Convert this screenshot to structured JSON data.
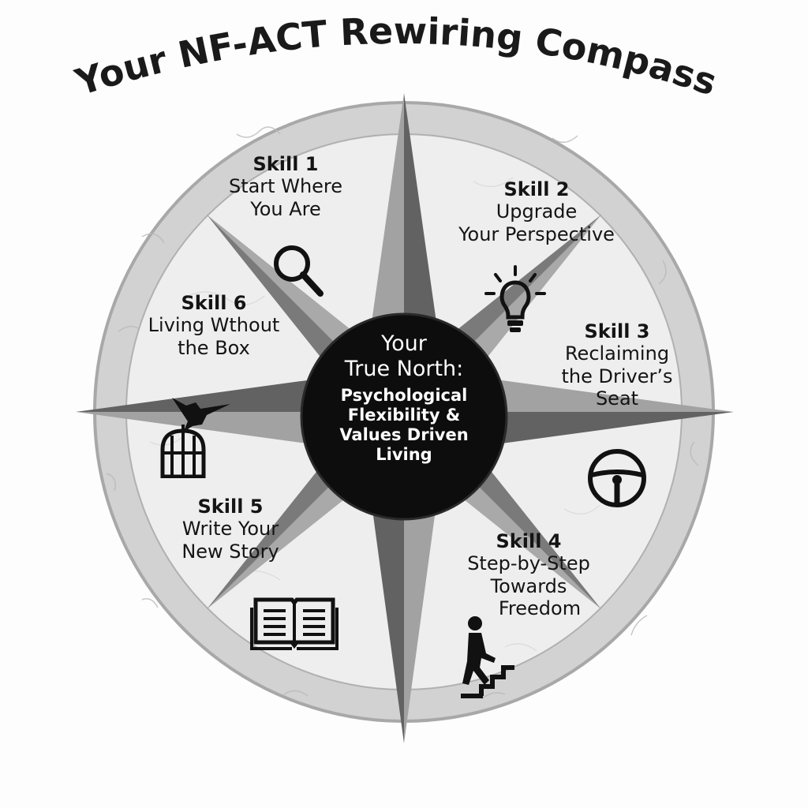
{
  "title": "Your NF-ACT Rewiring Compass",
  "center": {
    "line1": "Your",
    "line2": "True North:",
    "line3": "Psychological",
    "line4": "Flexibility &",
    "line5": "Values Driven",
    "line6": "Living"
  },
  "skills": [
    {
      "label": "Skill 1",
      "line1": "Start Where",
      "line2": "You Are",
      "icon": "magnifying-glass-icon"
    },
    {
      "label": "Skill 2",
      "line1": "Upgrade",
      "line2": "Your Perspective",
      "icon": "lightbulb-icon"
    },
    {
      "label": "Skill 3",
      "line1": "Reclaiming",
      "line2": "the Driver’s",
      "line3": "Seat",
      "icon": "steering-wheel-icon"
    },
    {
      "label": "Skill 4",
      "line1": "Step-by-Step",
      "line2": "Towards",
      "line3": "Freedom",
      "icon": "person-climbing-stairs-icon"
    },
    {
      "label": "Skill 5",
      "line1": "Write Your",
      "line2": "New Story",
      "icon": "open-book-icon"
    },
    {
      "label": "Skill 6",
      "line1": "Living Wthout",
      "line2": "the Box",
      "icon": "bird-leaving-cage-icon"
    }
  ],
  "colors": {
    "center_fill": "#0d0d0d",
    "star_light": "#9a9a9a",
    "star_dark": "#5e5e5e",
    "ring": "#cfcfcf",
    "inner_disc": "#eeeeee"
  }
}
